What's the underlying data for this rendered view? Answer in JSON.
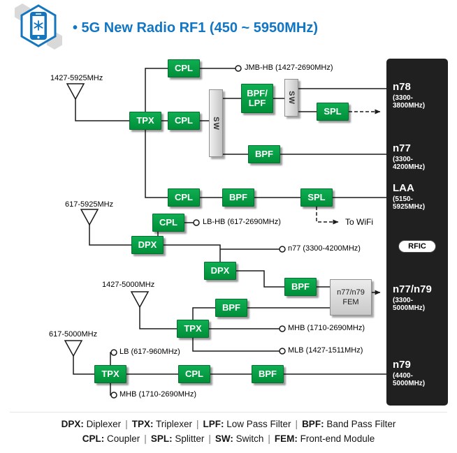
{
  "header": {
    "title": "• 5G New Radio RF1 (450 ~ 5950MHz)"
  },
  "colors": {
    "title_blue": "#1276c4",
    "block_green": "#009a40",
    "panel_bg": "#202020"
  },
  "antennas": [
    {
      "label": "1427-5925MHz"
    },
    {
      "label": "617-5925MHz"
    },
    {
      "label": "1427-5000MHz"
    },
    {
      "label": "617-5000MHz"
    }
  ],
  "blocks": [
    {
      "id": "cpl-jmb",
      "label": "CPL"
    },
    {
      "id": "tpx-antenna1",
      "label": "TPX"
    },
    {
      "id": "cpl-switch",
      "label": "CPL"
    },
    {
      "id": "bpf-lpf",
      "label": "BPF/",
      "label2": "LPF"
    },
    {
      "id": "spl-n78",
      "label": "SPL"
    },
    {
      "id": "bpf-n77",
      "label": "BPF"
    },
    {
      "id": "cpl-laa",
      "label": "CPL"
    },
    {
      "id": "bpf-laa",
      "label": "BPF"
    },
    {
      "id": "spl-laa",
      "label": "SPL"
    },
    {
      "id": "cpl-lbhb",
      "label": "CPL"
    },
    {
      "id": "dpx-antenna2",
      "label": "DPX"
    },
    {
      "id": "dpx-n77",
      "label": "DPX"
    },
    {
      "id": "bpf-fem-upper",
      "label": "BPF"
    },
    {
      "id": "bpf-fem-lower",
      "label": "BPF"
    },
    {
      "id": "tpx-antenna3",
      "label": "TPX"
    },
    {
      "id": "tpx-antenna4",
      "label": "TPX"
    },
    {
      "id": "cpl-n79",
      "label": "CPL"
    },
    {
      "id": "bpf-n79",
      "label": "BPF"
    }
  ],
  "switches": [
    {
      "label": "SW"
    },
    {
      "label": "SW"
    }
  ],
  "fem": {
    "line1": "n77/n79",
    "line2": "FEM"
  },
  "ports": [
    {
      "label": "JMB-HB (1427-2690MHz)"
    },
    {
      "label": "LB-HB (617-2690MHz)"
    },
    {
      "label": "n77 (3300-4200MHz)"
    },
    {
      "label": "MHB (1710-2690MHz)"
    },
    {
      "label": "MLB (1427-1511MHz)"
    },
    {
      "label": "LB (617-960MHz)"
    },
    {
      "label": "MHB (1710-2690MHz)"
    }
  ],
  "wifi": {
    "label": "To WiFi"
  },
  "panel": {
    "rfic": "RFIC",
    "bands": [
      {
        "name": "n78",
        "range": "(3300-3800MHz)"
      },
      {
        "name": "n77",
        "range": "(3300-4200MHz)"
      },
      {
        "name": "LAA",
        "range": "(5150-5925MHz)"
      },
      {
        "name": "n77/n79",
        "range": "(3300-5000MHz)"
      },
      {
        "name": "n79",
        "range": "(4400-5000MHz)"
      }
    ]
  },
  "legend": {
    "sep": "|",
    "row1": [
      {
        "abbr": "DPX:",
        "full": " Diplexer"
      },
      {
        "abbr": "TPX:",
        "full": " Triplexer"
      },
      {
        "abbr": "LPF:",
        "full": " Low Pass Filter"
      },
      {
        "abbr": "BPF:",
        "full": " Band Pass Filter"
      }
    ],
    "row2": [
      {
        "abbr": "CPL:",
        "full": " Coupler"
      },
      {
        "abbr": "SPL:",
        "full": " Splitter"
      },
      {
        "abbr": "SW:",
        "full": " Switch"
      },
      {
        "abbr": "FEM:",
        "full": " Front-end Module"
      }
    ]
  }
}
